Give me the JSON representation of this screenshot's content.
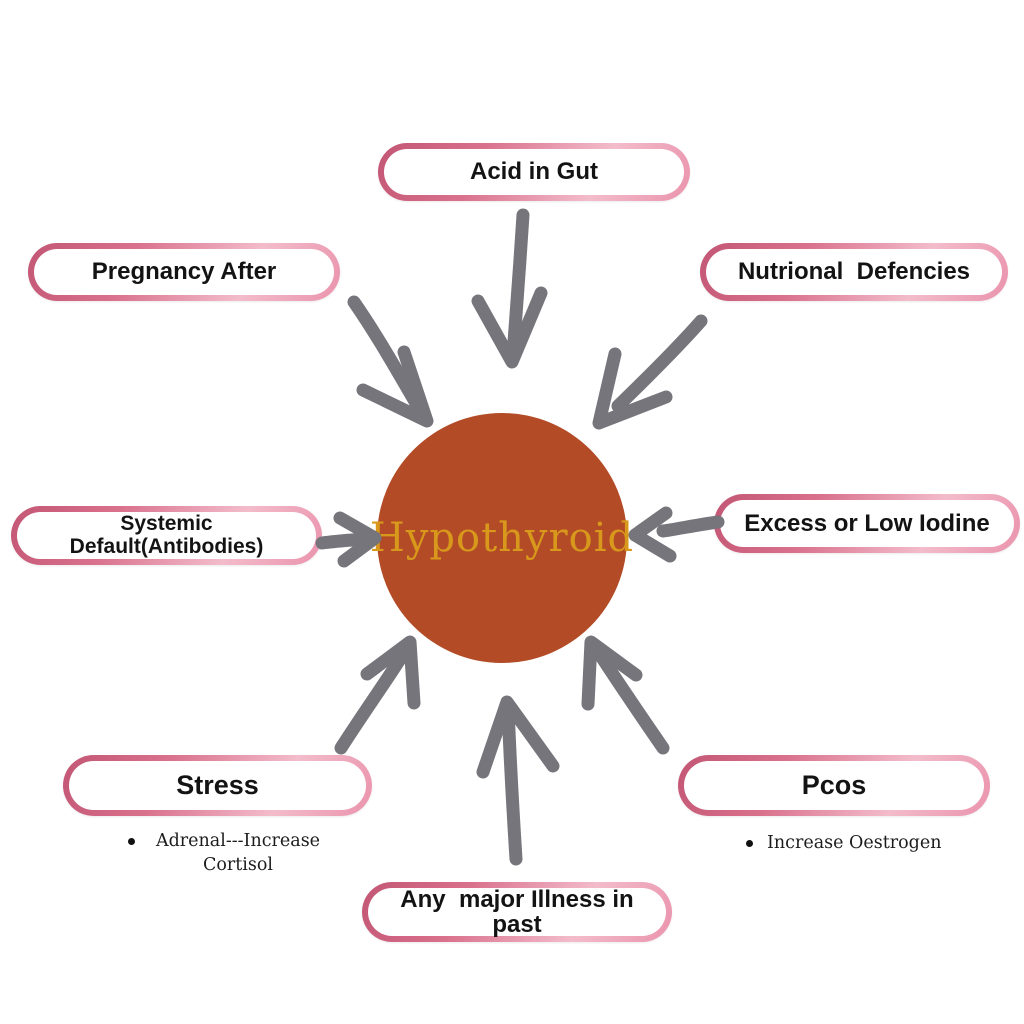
{
  "diagram": {
    "center": {
      "label": "Hypothyroid"
    },
    "nodes": [
      {
        "label": "Acid in Gut"
      },
      {
        "label": "Pregnancy After"
      },
      {
        "label": "Nutrional  Defencies"
      },
      {
        "label": "Systemic Default(Antibodies)"
      },
      {
        "label": "Excess or Low Iodine"
      },
      {
        "label": "Stress",
        "note": "Adrenal---Increase Cortisol"
      },
      {
        "label": "Pcos",
        "note": "Increase Oestrogen"
      },
      {
        "label": "Any  major Illness in past"
      }
    ],
    "colors": {
      "circle": "#b34b26",
      "circle_text": "#d8981b",
      "arrow": "#76757b",
      "pill_border_dark": "#c25674",
      "pill_border_light": "#f3bccb",
      "label_text": "#131313",
      "background": "#ffffff"
    }
  }
}
